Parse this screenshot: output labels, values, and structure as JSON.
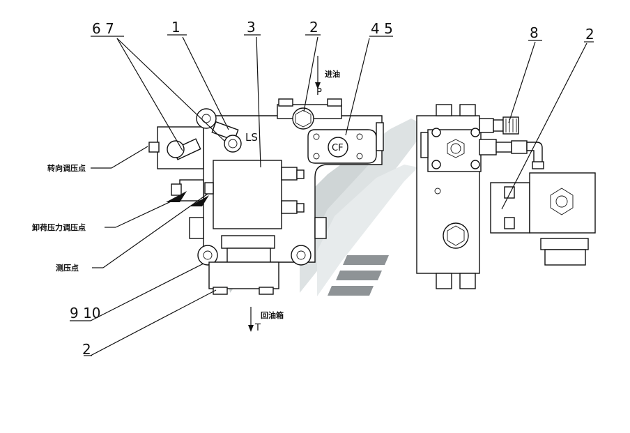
{
  "callouts": {
    "c67": "6 7",
    "c1": "1",
    "c3": "3",
    "c2_top": "2",
    "c45": "4 5",
    "c8": "8",
    "c2_right": "2",
    "c910": "9 10",
    "c2_bottom": "2"
  },
  "port_labels": {
    "p_letter": "P",
    "p_note": "进油",
    "ls": "LS",
    "cf": "CF",
    "t_letter": "T",
    "t_note": "回油箱"
  },
  "side_notes": {
    "steering": "转向调压点",
    "unload": "卸荷压力调压点",
    "measure": "测压点"
  },
  "colors": {
    "line": "#111111",
    "watermark_dark": "#8e9396",
    "watermark_light": "#d9dedf"
  }
}
